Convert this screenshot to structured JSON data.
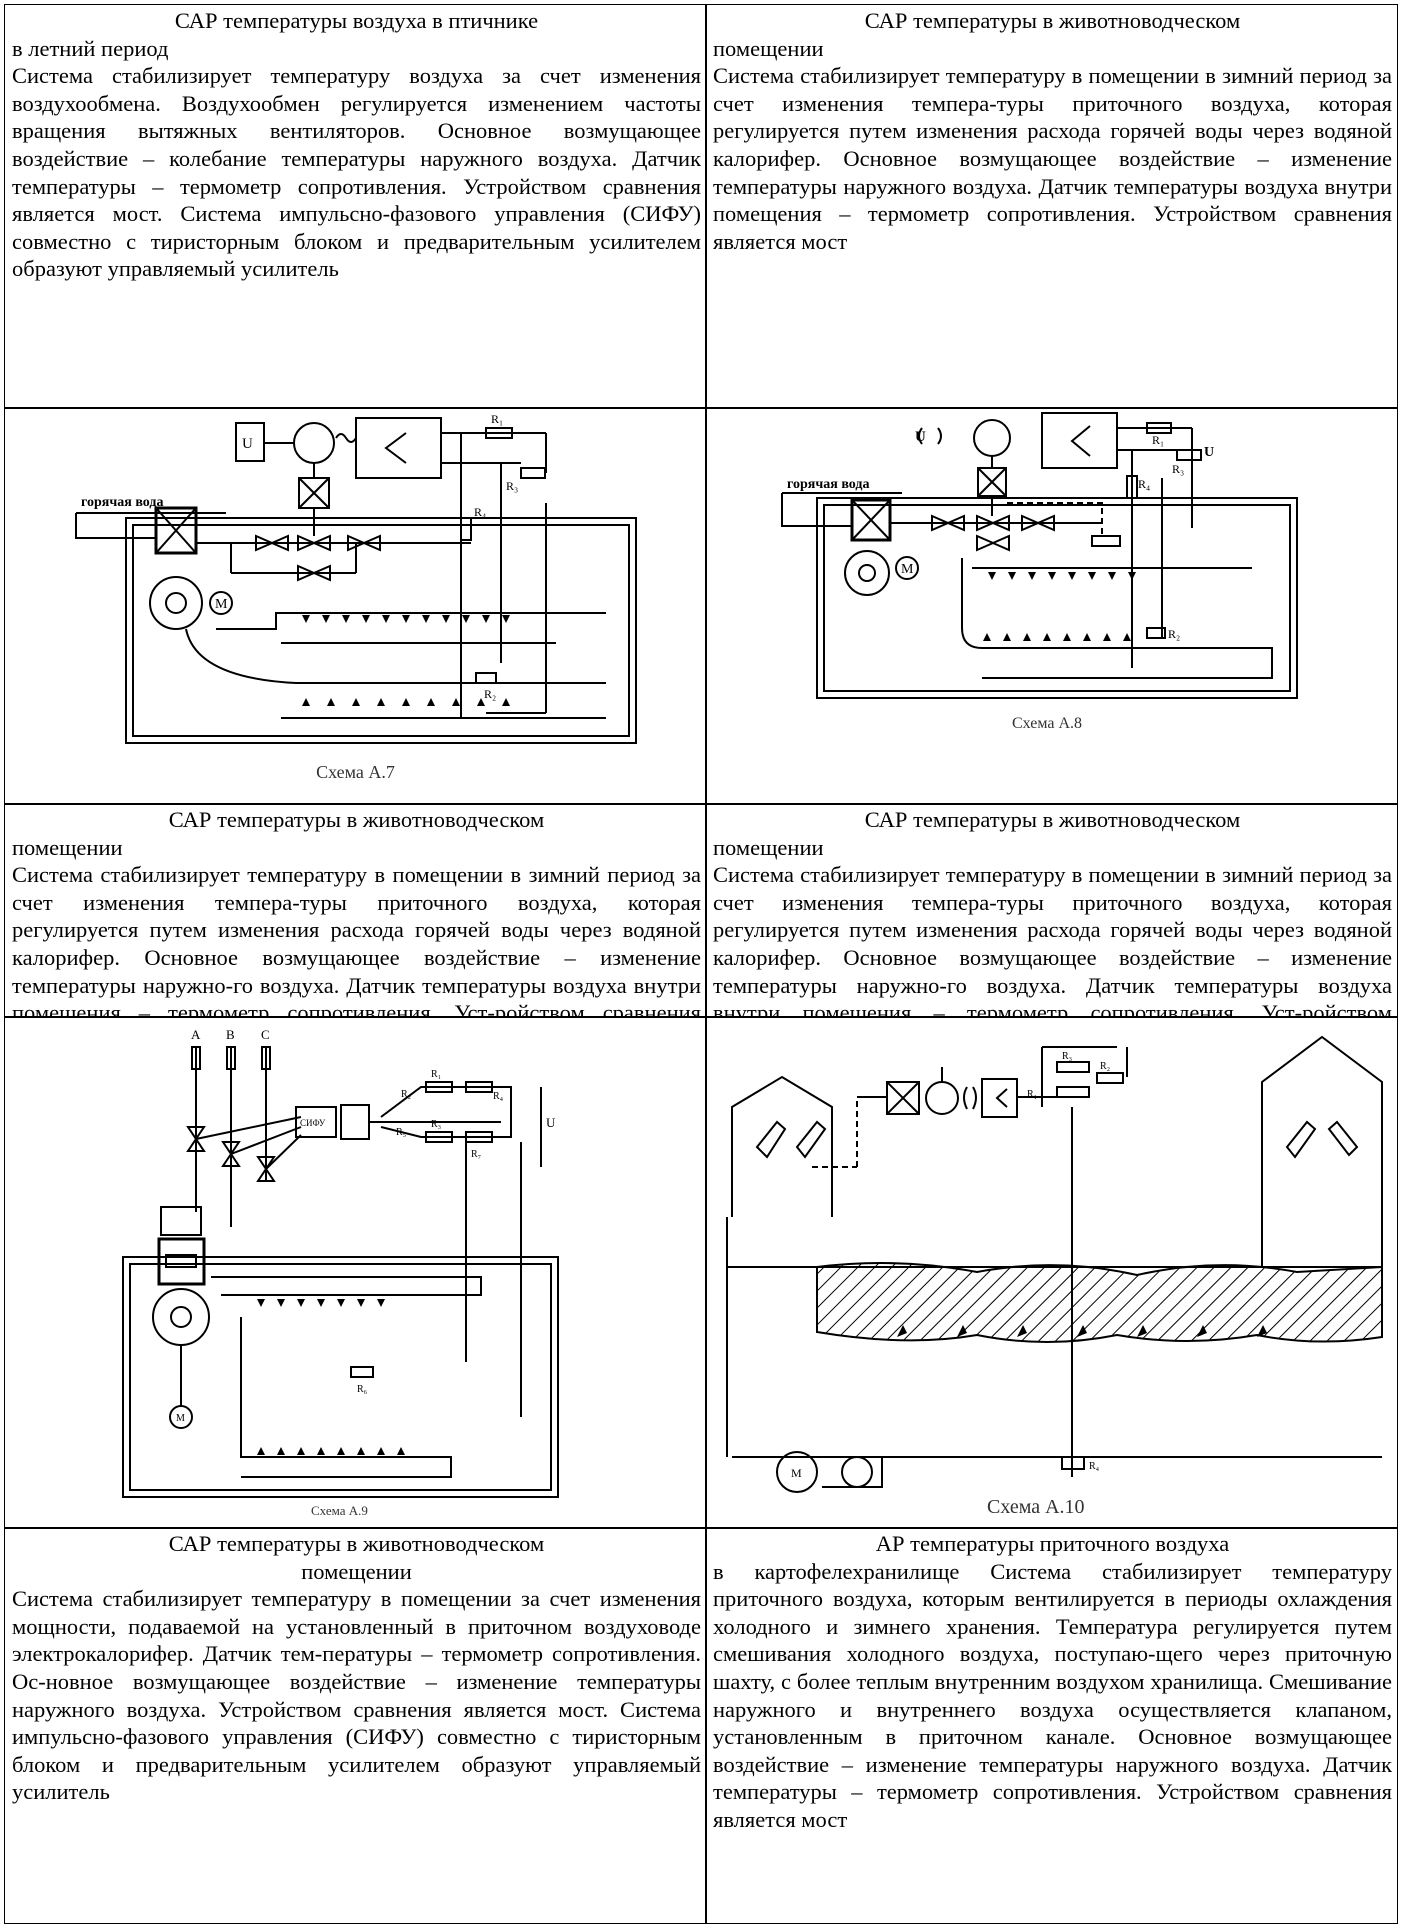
{
  "cells": [
    {
      "title": "САР температуры воздуха в птичнике",
      "title2": "в летний период",
      "body": "Система стабилизирует температуру воздуха за счет изменения воздухообмена. Воздухообмен регулируется изменением частоты вращения вытяжных вентиляторов. Основное возмущающее воздействие – колебание температуры наружного воздуха. Датчик температуры – термометр сопротивления. Устройством сравнения является мост. Система импульсно-фазового управления (СИФУ) совместно с тиристорным блоком и предварительным усилителем образуют управляемый усилитель"
    },
    {
      "title": "САР температуры в животноводческом",
      "title2": "помещении",
      "body": "Система стабилизирует температуру в помещении в зимний период за счет изменения темпера-туры приточного воздуха, которая регулируется путем изменения расхода горячей воды через водяной калорифер. Основное возмущающее воздействие – изменение температуры наружного воздуха. Датчик температуры воздуха внутри помещения – термометр сопротивления. Устройством сравнения является мост"
    },
    {
      "title": "САР температуры в животноводческом",
      "title2": "помещении",
      "body": "Система стабилизирует температуру в помещении в зимний период за счет изменения темпера-туры приточного воздуха, которая регулируется путем изменения расхода горячей воды через водяной калорифер. Основное возмущающее воздействие – изменение температуры наружно-го воздуха. Датчик температуры воздуха внутри помещения – термометр сопротивления. Уст-ройством сравнения является мост"
    },
    {
      "title": "САР температуры в животноводческом",
      "title2": "помещении",
      "body": "Система стабилизирует температуру в помещении в зимний период за счет изменения темпера-туры приточного воздуха, которая регулируется путем изменения расхода горячей воды через водяной калорифер. Основное возмущающее воздействие – изменение температуры наружно-го воздуха. Датчик температуры воздуха внутри помещения – термометр сопротивления. Уст-ройством сравнения является мост"
    },
    {
      "title": "САР температуры в животноводческом",
      "title2": "помещении",
      "body": "Система стабилизирует температуру в помещении за счет изменения мощности, подаваемой на установленный в приточном воздуховоде электрокалорифер. Датчик тем-пературы – термометр сопротивления. Ос-новное возмущающее воздействие – изменение температуры наружного воздуха. Устройством сравнения является мост. Система импульсно-фазового управления (СИФУ) совместно с тиристорным блоком и предварительным усилителем образуют управляемый усилитель"
    },
    {
      "title": "АР температуры приточного воздуха",
      "title2": "",
      "body": "в картофелехранилище Система стабилизирует температуру приточного воздуха, которым вентилируется в периоды охлаждения холодного и зимнего хранения. Температура регулируется путем смешивания холодного воздуха, поступаю-щего через приточную шахту, с более теплым внутренним воздухом хранилища. Смешивание наружного и внутреннего воздуха осуществляется клапаном, установленным в приточном канале. Основное возмущающее воздействие – изменение температуры наружного воздуха. Датчик температуры – термометр сопротивления. Устройством сравнения является мост"
    }
  ],
  "figures": {
    "a7": {
      "caption": "Схема А.7",
      "water": "горячая вода",
      "U": "U",
      "M": "M",
      "R1": "R₁",
      "R2": "R₂",
      "R3": "R₃",
      "R4": "R₄"
    },
    "a8": {
      "caption": "Схема А.8",
      "water": "горячая вода",
      "U": "U",
      "M": "M",
      "R1": "R₁",
      "R2": "R₂",
      "R3": "R₃",
      "R4": "R₄"
    },
    "a9": {
      "caption": "Схема А.9",
      "A": "A",
      "B": "B",
      "C": "C",
      "sifu": "СИФУ",
      "U": "U",
      "M": "M",
      "R1": "R₁",
      "R2": "R₂",
      "R3": "R₃",
      "R4": "R₄",
      "R5": "R₅",
      "R6": "R₆",
      "R7": "R₇"
    },
    "a10": {
      "caption": "Схема А.10",
      "M": "M",
      "R1": "R₁",
      "R2": "R₂",
      "R3": "R₃",
      "R4": "R₄"
    }
  }
}
